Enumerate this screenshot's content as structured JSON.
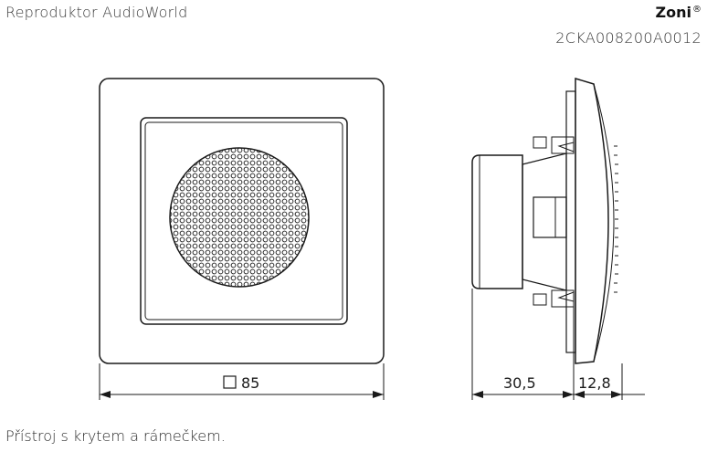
{
  "header": {
    "title": "Reproduktor AudioWorld",
    "brand": "Zoni",
    "brand_mark": "®",
    "product_code": "2CKA008200A0012"
  },
  "dimensions": {
    "front_width": "85",
    "front_width_symbol": "□",
    "depth_back": "30,5",
    "depth_front": "12,8"
  },
  "caption": "Přístroj s krytem a rámečkem.",
  "colors": {
    "line": "#1a1a1a",
    "background": "#ffffff"
  }
}
